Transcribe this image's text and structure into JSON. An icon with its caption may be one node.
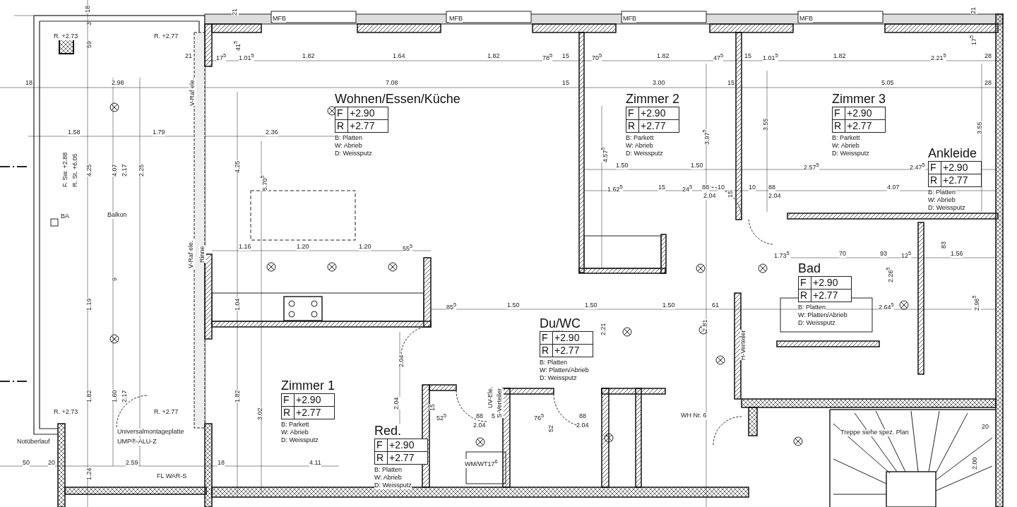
{
  "diagram": {
    "nodes": [
      {
        "text": [
          "Wohnen/Essen/Küche",
          "F",
          "+2.90",
          "R",
          "+2.77",
          "B: Platten",
          "W: Abrieb",
          "D: Weissputz"
        ]
      },
      {
        "text": [
          "Zimmer 2",
          "F",
          "+2.90",
          "R",
          "+2.77",
          "B: Parkett",
          "W: Abrieb",
          "D: Weissputz"
        ]
      },
      {
        "text": [
          "Zimmer 3",
          "F",
          "+2.90",
          "R",
          "+2.77",
          "B: Parkett",
          "W: Abrieb",
          "D: Weissputz"
        ]
      },
      {
        "text": [
          "Ankleide",
          "F",
          "+2.90",
          "R",
          "+2.77",
          "B: Platten",
          "W: Abrieb",
          "D: Weissputz"
        ]
      },
      {
        "text": [
          "Bad",
          "F",
          "+2.90",
          "R",
          "+2.77",
          "B: Platten",
          "W: Platten/Abrieb",
          "D: Weissputz"
        ]
      },
      {
        "text": [
          "Du/WC",
          "F",
          "+2.90",
          "R",
          "+2.77",
          "B: Platten",
          "W: Platten/Abrieb",
          "D: Weissputz"
        ]
      },
      {
        "text": [
          "Zimmer 1",
          "F",
          "+2.90",
          "R",
          "+2.77",
          "B: Parkett",
          "W: Abrieb",
          "D: Weissputz"
        ]
      },
      {
        "text": [
          "Red.",
          "F",
          "+2.90",
          "R",
          "+2.77",
          "B: Platten",
          "W: Abrieb",
          "D: Weissputz"
        ]
      }
    ],
    "labels": [
      "MFB",
      "MFB",
      "MFB",
      "MFB",
      "18",
      "21",
      "R. +2.73",
      "R. +2.77",
      "3",
      "59",
      "21",
      "17$^{5}$",
      "1.01$^{5}$",
      "41$^{5}$",
      "1.82",
      "1.64",
      "1.82",
      "78$^{5}$",
      "15",
      "70$^{5}$",
      "1.82",
      "47$^{5}$",
      "15",
      "1.01$^{5}$",
      "1.82",
      "2.21$^{5}$",
      "28",
      "17$^{5}$",
      "21",
      "18",
      "2.98",
      "7.08",
      "15",
      "3.00",
      "15",
      "5.05",
      "28",
      "V-Raf ele.",
      "1.58",
      "1.79",
      "2.36",
      "F. Sw. +2.88",
      "R. St. +6.05",
      "4.25",
      "4.07",
      "2.17",
      "2.25",
      "4.25",
      "5.70$^{5}$",
      "4.57$^{5}$",
      "3.97$^{5}$",
      "3.55",
      "3.55",
      "1.50",
      "1.50",
      "2.57$^{5}$",
      "2.47$^{5}$",
      "1.62$^{5}$",
      "15",
      "24$^{5}$",
      "88",
      "10",
      "15",
      "10",
      "88",
      "4.07",
      "2.04",
      "2.04",
      "BA",
      "Balkon",
      "1.16",
      "1.20",
      "1.20",
      "55$^{5}$",
      "V-Raf ele.",
      "Rinne",
      "1.73$^{5}$",
      "70",
      "93",
      "12$^{5}$",
      "83",
      "1.56",
      "9",
      "1.19",
      "1.04",
      "85$^{5}$",
      "1.50",
      "1.50",
      "1.50",
      "61",
      "2.21",
      "2.81",
      "2.26$^{5}$",
      "2.64$^{5}$",
      "2.96$^{5}$",
      "H-Verteiler",
      "UV-Ele.",
      "S-Verteiler",
      "2.04",
      "2.04",
      "1.82",
      "1.60",
      "2.17",
      "1.82",
      "3.02",
      "R. +2.73",
      "R. +2.77",
      "52$^{5}$",
      "88",
      "5",
      "76$^{5}$",
      "88",
      "2.04",
      "2.04",
      "52",
      "15",
      "WH Nr. 6",
      "Universalmontageplatte",
      "Notüberlauf",
      "UMP®-ALU-Z",
      "Treppe siehe spez. Plan",
      "20",
      "2.00",
      "50",
      "20",
      "1.24",
      "2.59",
      "18",
      "4.11",
      "WM/WT17$^{6}$",
      "FL WAR-S"
    ]
  }
}
